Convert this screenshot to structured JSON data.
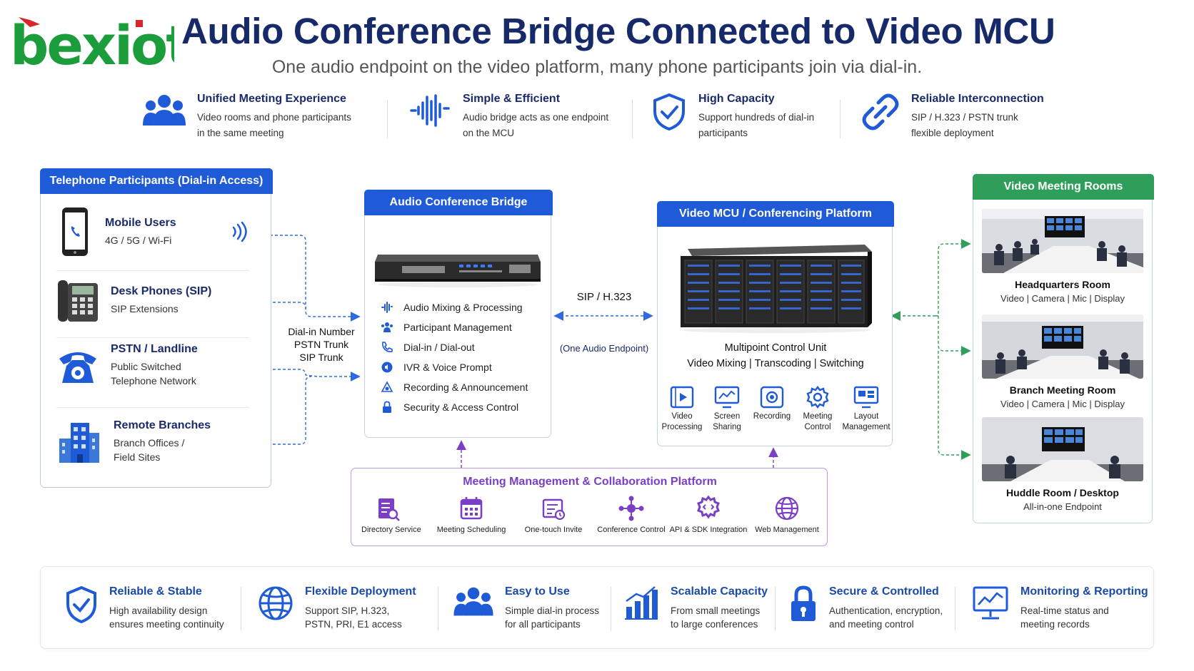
{
  "brand": {
    "logo_text": "bexiot",
    "logo_red": "#d9262b",
    "logo_green": "#1a9d3a"
  },
  "header": {
    "title": "Audio Conference Bridge Connected to Video MCU",
    "subtitle": "One audio endpoint on the video platform, many phone participants join via dial-in."
  },
  "colors": {
    "navy": "#162a6a",
    "blue": "#1f5bd6",
    "green": "#2e9e5a",
    "purple": "#7a3fc4",
    "dashed_blue": "#2f6ae0",
    "dashed_green": "#2e9e5a"
  },
  "top_features": [
    {
      "icon": "users-icon",
      "title": "Unified Meeting Experience",
      "line1": "Video rooms and phone participants",
      "line2": "in the same meeting"
    },
    {
      "icon": "waveform-icon",
      "title": "Simple & Efficient",
      "line1": "Audio bridge acts as one endpoint",
      "line2": "on the MCU"
    },
    {
      "icon": "shield-check-icon",
      "title": "High Capacity",
      "line1": "Support hundreds of dial-in",
      "line2": "participants"
    },
    {
      "icon": "link-icon",
      "title": "Reliable Interconnection",
      "line1": "SIP / H.323 / PSTN trunk",
      "line2": "flexible deployment"
    }
  ],
  "telephone": {
    "title": "Telephone Participants (Dial-in Access)",
    "rows": [
      {
        "icon": "mobile-phone-icon",
        "title": "Mobile Users",
        "line1": "4G / 5G / Wi-Fi",
        "line2": ""
      },
      {
        "icon": "desk-phone-icon",
        "title": "Desk Phones (SIP)",
        "line1": "SIP Extensions",
        "line2": ""
      },
      {
        "icon": "landline-phone-icon",
        "title": "PSTN / Landline",
        "line1": "Public Switched",
        "line2": "Telephone Network"
      },
      {
        "icon": "building-icon",
        "title": "Remote Branches",
        "line1": "Branch Offices /",
        "line2": "Field Sites"
      }
    ]
  },
  "dialin_labels": {
    "line1": "Dial-in Number",
    "line2": "PSTN Trunk",
    "line3": "SIP Trunk"
  },
  "bridge": {
    "title": "Audio Conference Bridge",
    "items": [
      {
        "icon": "waveform-icon",
        "label": "Audio Mixing & Processing"
      },
      {
        "icon": "users-icon",
        "label": "Participant Management"
      },
      {
        "icon": "phone-icon",
        "label": "Dial-in / Dial-out"
      },
      {
        "icon": "voice-prompt-icon",
        "label": "IVR & Voice Prompt"
      },
      {
        "icon": "recording-icon",
        "label": "Recording & Announcement"
      },
      {
        "icon": "lock-icon",
        "label": "Security & Access Control"
      }
    ]
  },
  "link": {
    "protocol": "SIP / H.323",
    "note": "(One Audio Endpoint)"
  },
  "mcu": {
    "title": "Video MCU / Conferencing Platform",
    "caption1": "Multipoint Control Unit",
    "caption2": "Video Mixing | Transcoding | Switching",
    "functions": [
      {
        "icon": "video-play-icon",
        "line1": "Video",
        "line2": "Processing"
      },
      {
        "icon": "screen-share-icon",
        "line1": "Screen",
        "line2": "Sharing"
      },
      {
        "icon": "record-icon",
        "line1": "Recording",
        "line2": ""
      },
      {
        "icon": "gear-icon",
        "line1": "Meeting",
        "line2": "Control"
      },
      {
        "icon": "layout-icon",
        "line1": "Layout",
        "line2": "Management"
      }
    ]
  },
  "management": {
    "title": "Meeting Management & Collaboration Platform",
    "items": [
      {
        "icon": "directory-icon",
        "label": "Directory Service"
      },
      {
        "icon": "calendar-icon",
        "label": "Meeting Scheduling"
      },
      {
        "icon": "invite-icon",
        "label": "One-touch Invite"
      },
      {
        "icon": "network-control-icon",
        "label": "Conference Control"
      },
      {
        "icon": "api-gear-icon",
        "label": "API & SDK Integration"
      },
      {
        "icon": "globe-icon",
        "label": "Web Management"
      }
    ]
  },
  "rooms": {
    "title": "Video Meeting Rooms",
    "items": [
      {
        "icon": "meeting-room-photo",
        "title": "Headquarters Room",
        "detail": "Video | Camera | Mic | Display"
      },
      {
        "icon": "meeting-room-photo",
        "title": "Branch Meeting Room",
        "detail": "Video | Camera | Mic | Display"
      },
      {
        "icon": "huddle-room-photo",
        "title": "Huddle Room / Desktop",
        "detail": "All-in-one Endpoint"
      }
    ]
  },
  "bottom_features": [
    {
      "icon": "shield-check-icon",
      "title": "Reliable & Stable",
      "line1": "High availability design",
      "line2": "ensures meeting continuity"
    },
    {
      "icon": "globe-icon",
      "title": "Flexible Deployment",
      "line1": "Support SIP, H.323,",
      "line2": "PSTN, PRI, E1 access"
    },
    {
      "icon": "users-icon",
      "title": "Easy to Use",
      "line1": "Simple dial-in process",
      "line2": "for all participants"
    },
    {
      "icon": "bar-chart-icon",
      "title": "Scalable Capacity",
      "line1": "From small meetings",
      "line2": "to large conferences"
    },
    {
      "icon": "lock-icon",
      "title": "Secure & Controlled",
      "line1": "Authentication, encryption,",
      "line2": "and meeting control"
    },
    {
      "icon": "monitor-chart-icon",
      "title": "Monitoring & Reporting",
      "line1": "Real-time status and",
      "line2": "meeting records"
    }
  ]
}
